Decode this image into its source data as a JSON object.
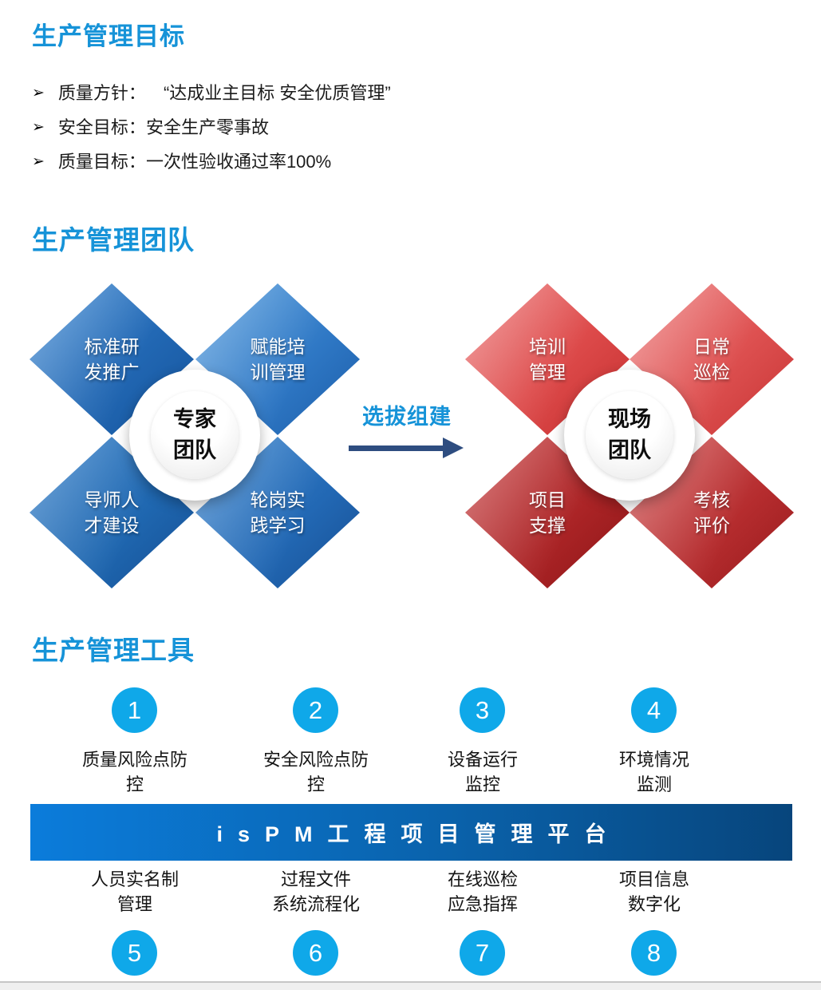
{
  "colors": {
    "accent_blue": "#1693d8",
    "arrow_navy": "#2e4d80",
    "tool_circle_cyan": "#0fa8e9",
    "banner_gradient_left": "#0b7cdb",
    "banner_gradient_right": "#07457c",
    "expert_diamond_blue": "#2268b4",
    "site_diamond_red": "#dd4a4a"
  },
  "goals": {
    "title": "生产管理目标",
    "bullets": [
      {
        "marker": "➢",
        "label": "质量方针：",
        "text": "　“达成业主目标 安全优质管理”"
      },
      {
        "marker": "➢",
        "label": "安全目标：",
        "text": "安全生产零事故"
      },
      {
        "marker": "➢",
        "label": "质量目标：",
        "text": "一次性验收通过率100%"
      }
    ]
  },
  "team": {
    "title": "生产管理团队",
    "expert_cluster": {
      "center_label": "专家\n团队",
      "diamonds": [
        "标准研\n发推广",
        "赋能培\n训管理",
        "导师人\n才建设",
        "轮岗实\n践学习"
      ]
    },
    "transition_label": "选拔组建",
    "site_cluster": {
      "center_label": "现场\n团队",
      "diamonds": [
        "培训\n管理",
        "日常\n巡检",
        "项目\n支撑",
        "考核\n评价"
      ]
    }
  },
  "tools": {
    "title": "生产管理工具",
    "top_items": [
      {
        "num": "1",
        "label": "质量风险点防\n控"
      },
      {
        "num": "2",
        "label": "安全风险点防\n控"
      },
      {
        "num": "3",
        "label": "设备运行\n监控"
      },
      {
        "num": "4",
        "label": "环境情况\n监测"
      }
    ],
    "banner_label": "isPM工程项目管理平台",
    "bottom_items": [
      {
        "num": "5",
        "label": "人员实名制\n管理"
      },
      {
        "num": "6",
        "label": "过程文件\n系统流程化"
      },
      {
        "num": "7",
        "label": "在线巡检\n应急指挥"
      },
      {
        "num": "8",
        "label": "项目信息\n数字化"
      }
    ]
  }
}
